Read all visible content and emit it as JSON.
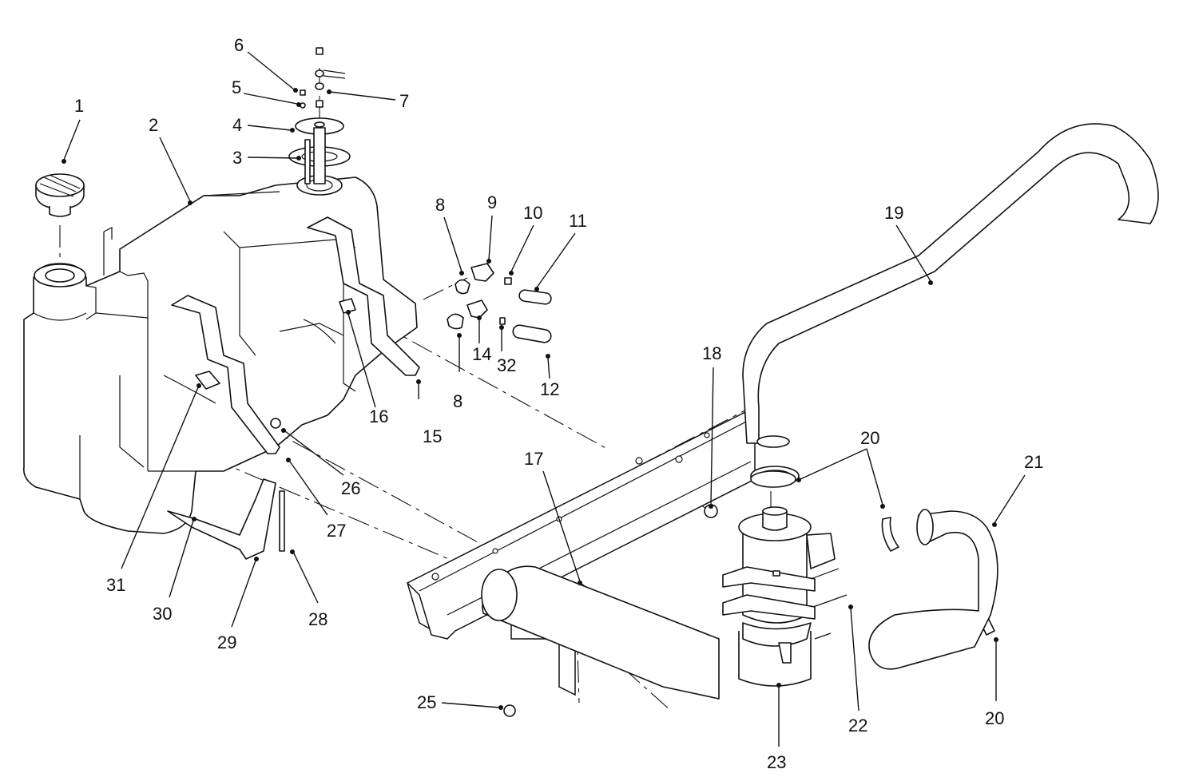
{
  "callouts": [
    {
      "id": "c1",
      "label": "1"
    },
    {
      "id": "c2",
      "label": "2"
    },
    {
      "id": "c3",
      "label": "3"
    },
    {
      "id": "c4",
      "label": "4"
    },
    {
      "id": "c5",
      "label": "5"
    },
    {
      "id": "c6",
      "label": "6"
    },
    {
      "id": "c7",
      "label": "7"
    },
    {
      "id": "c8a",
      "label": "8"
    },
    {
      "id": "c8b",
      "label": "8"
    },
    {
      "id": "c9",
      "label": "9"
    },
    {
      "id": "c10",
      "label": "10"
    },
    {
      "id": "c11",
      "label": "11"
    },
    {
      "id": "c12",
      "label": "12"
    },
    {
      "id": "c14",
      "label": "14"
    },
    {
      "id": "c32",
      "label": "32"
    },
    {
      "id": "c15",
      "label": "15"
    },
    {
      "id": "c16",
      "label": "16"
    },
    {
      "id": "c17",
      "label": "17"
    },
    {
      "id": "c18",
      "label": "18"
    },
    {
      "id": "c19",
      "label": "19"
    },
    {
      "id": "c20a",
      "label": "20"
    },
    {
      "id": "c20b",
      "label": "20"
    },
    {
      "id": "c21",
      "label": "21"
    },
    {
      "id": "c22",
      "label": "22"
    },
    {
      "id": "c23",
      "label": "23"
    },
    {
      "id": "c25",
      "label": "25"
    },
    {
      "id": "c26",
      "label": "26"
    },
    {
      "id": "c27",
      "label": "27"
    },
    {
      "id": "c28",
      "label": "28"
    },
    {
      "id": "c29",
      "label": "29"
    },
    {
      "id": "c30",
      "label": "30"
    },
    {
      "id": "c31",
      "label": "31"
    }
  ]
}
